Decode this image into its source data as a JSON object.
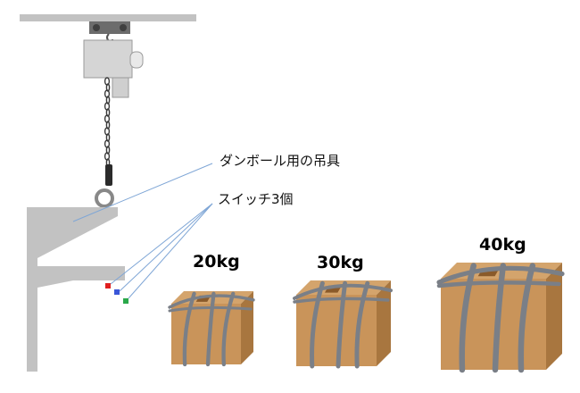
{
  "labels": {
    "hoist_jig": "ダンボール用の吊具",
    "switches": "スイッチ3個"
  },
  "boxes": [
    {
      "weight": "20kg"
    },
    {
      "weight": "30kg"
    },
    {
      "weight": "40kg"
    }
  ],
  "colors": {
    "structure_gray": "#c2c2c2",
    "hoist_body": "#d5d5d5",
    "box_body": "#c9945a",
    "box_side": "#a8763f",
    "strap": "#7a7f87",
    "leader_line": "#7fa6d6",
    "switch_red": "#e02020",
    "switch_blue": "#3a56d8",
    "switch_green": "#2aa84a"
  }
}
